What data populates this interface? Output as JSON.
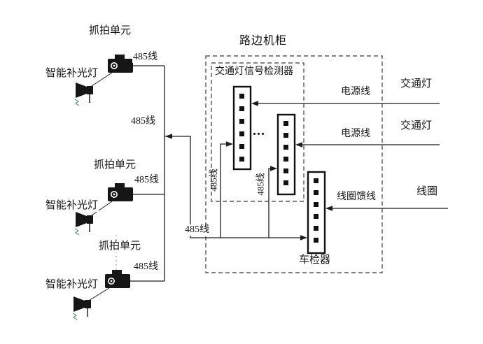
{
  "capture_units": [
    {
      "label": "抓拍单元",
      "wire_label": "485线",
      "light_label": "智能补光灯"
    },
    {
      "label": "抓拍单元",
      "wire_label": "485线",
      "light_label": "智能补光灯"
    },
    {
      "label": "抓拍单元",
      "wire_label": "485线",
      "light_label": "智能补光灯"
    }
  ],
  "trunk_wire_label": "485线",
  "cabinet": {
    "title": "路边机柜",
    "detector_box": {
      "title": "交通灯信号检测器",
      "ellipsis": "...",
      "terminal_wire_labels": [
        "485线",
        "485线"
      ]
    },
    "vehicle_detector_label": "车检器",
    "bus_wire_label": "485线"
  },
  "external_links": [
    {
      "wire_label": "电源线",
      "device_label": "交通灯"
    },
    {
      "wire_label": "电源线",
      "device_label": "交通灯"
    },
    {
      "wire_label": "线圈馈线",
      "device_label": "线圈"
    }
  ],
  "colors": {
    "line": "#1c1c1c",
    "dashed_box": "#3a3a3a"
  }
}
